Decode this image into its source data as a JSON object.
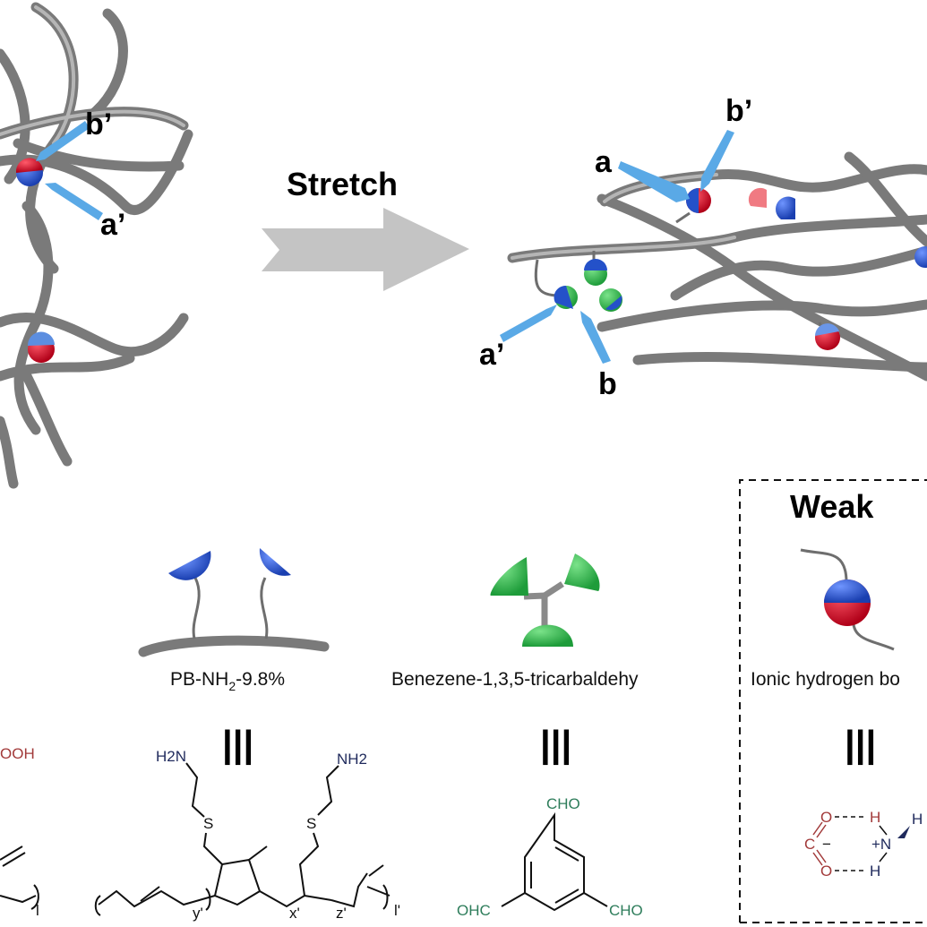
{
  "diagram": {
    "arrow_label": "Stretch",
    "left_network": {
      "labels": [
        "b’",
        "a’"
      ]
    },
    "right_network": {
      "labels": [
        "a",
        "b’",
        "a’",
        "b"
      ]
    },
    "components": [
      {
        "name": "PB-NH",
        "subscript": "2",
        "suffix": "-9.8%",
        "equiv": "|||"
      },
      {
        "name": "Benezene-1,3,5-tricarbaldehy",
        "equiv": "|||"
      },
      {
        "name": "Ionic hydrogen bo",
        "equiv": "|||"
      }
    ],
    "weak_box": {
      "title": "Weak"
    },
    "chem": {
      "left_cut_group": "OOH",
      "left_repeat": "l",
      "pb_nh2": {
        "amine_left": "H2N",
        "amine_right": "NH2",
        "s_left": "S",
        "s_right": "S",
        "repeat_labels": [
          "y'",
          "x'",
          "z'",
          "l'"
        ]
      },
      "aldehyde": {
        "top": "CHO",
        "left": "OHC",
        "right": "CHO"
      },
      "ionic": {
        "o_top": "O",
        "o_bottom": "O",
        "c": "C",
        "minus": "−",
        "h_top": "H",
        "h_bottom": "H",
        "n_plus": "+N",
        "h_right": "H"
      }
    },
    "colors": {
      "fiber": "#7a7a7a",
      "pointer_arrow": "#5aa9e6",
      "stretch_arrow": "#c4c4c4",
      "blue_bead": "#2451c9",
      "red_bead": "#d0102a",
      "green_bead": "#2dbd4a",
      "acid_text": "#a23a3a",
      "amine_text": "#1f2a5c",
      "aldehyde_text": "#2e7d5b"
    }
  }
}
